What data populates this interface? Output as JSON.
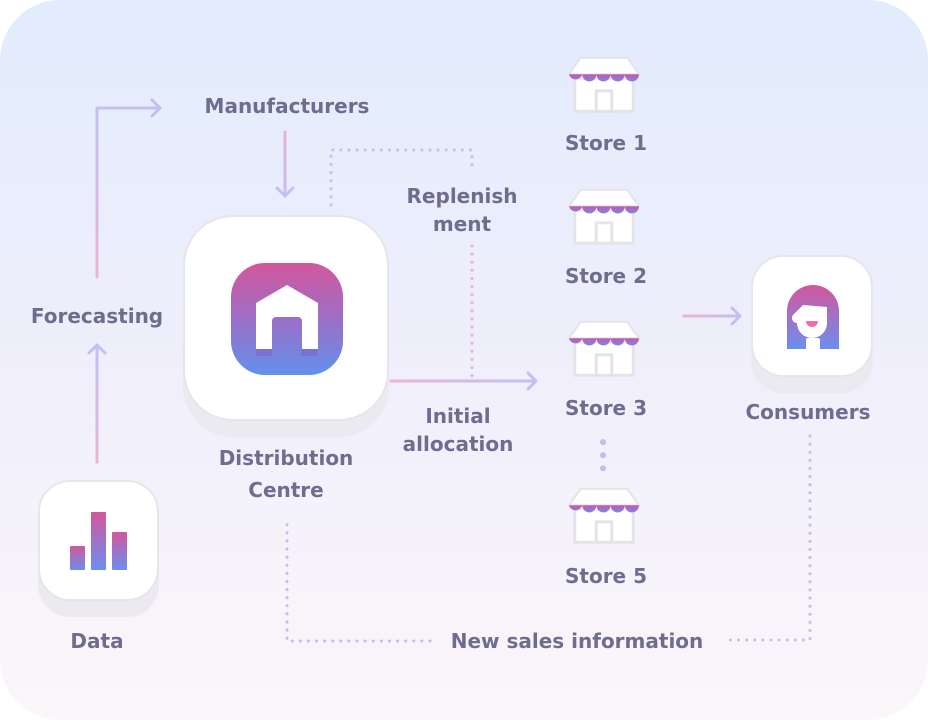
{
  "nodes": {
    "manufacturers": "Manufacturers",
    "forecasting": "Forecasting",
    "data": "Data",
    "distribution_centre": [
      "Distribution",
      "Centre"
    ],
    "replenishment": [
      "Replenish",
      "ment"
    ],
    "initial_allocation": [
      "Initial",
      "allocation"
    ],
    "stores": [
      "Store 1",
      "Store 2",
      "Store 3",
      "Store 5"
    ],
    "consumers": "Consumers",
    "new_sales_information": "New sales information"
  },
  "colors": {
    "pink": "#d4569c",
    "blue": "#6a8ff0",
    "line_pink": "#e8b4d6",
    "line_lavender": "#c1c0f2",
    "text": "#6f6d8e"
  }
}
